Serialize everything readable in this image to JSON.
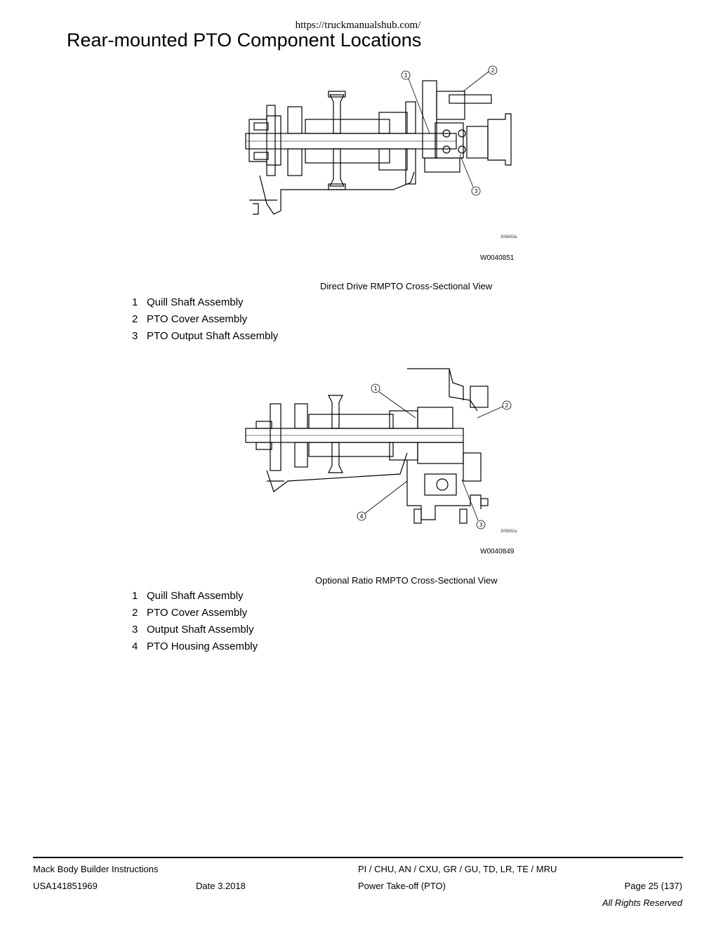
{
  "header": {
    "url": "https://truckmanualshub.com/",
    "title": "Rear-mounted PTO Component Locations"
  },
  "figure1": {
    "image_code": "305893a",
    "figure_id": "W0040851",
    "caption": "Direct Drive RMPTO Cross-Sectional View",
    "callouts": [
      "1",
      "2",
      "3"
    ],
    "legend": [
      {
        "num": "1",
        "label": "Quill Shaft Assembly"
      },
      {
        "num": "2",
        "label": "PTO Cover Assembly"
      },
      {
        "num": "3",
        "label": "PTO Output Shaft Assembly"
      }
    ]
  },
  "figure2": {
    "image_code": "305892a",
    "figure_id": "W0040849",
    "caption": "Optional Ratio RMPTO Cross-Sectional View",
    "callouts": [
      "1",
      "2",
      "3",
      "4"
    ],
    "legend": [
      {
        "num": "1",
        "label": "Quill Shaft Assembly"
      },
      {
        "num": "2",
        "label": "PTO Cover Assembly"
      },
      {
        "num": "3",
        "label": "Output Shaft Assembly"
      },
      {
        "num": "4",
        "label": "PTO Housing Assembly"
      }
    ]
  },
  "footer": {
    "doc_title": "Mack Body Builder Instructions",
    "models": "PI / CHU, AN / CXU, GR / GU, TD, LR, TE / MRU",
    "doc_number": "USA141851969",
    "date": "Date 3.2018",
    "section": "Power Take-off (PTO)",
    "page": "Page 25 (137)",
    "rights": "All Rights Reserved"
  }
}
